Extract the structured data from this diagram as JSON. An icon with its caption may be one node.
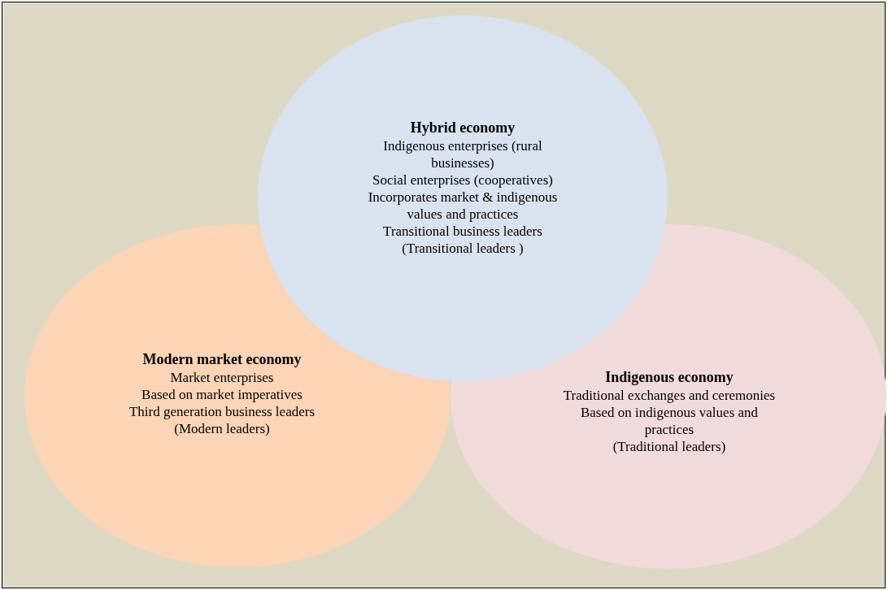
{
  "diagram": {
    "nodes": [
      {
        "text": [
          "Hybrid economy",
          "Indigenous enterprises (rural businesses)",
          "Social enterprises (cooperatives)",
          "Incorporates market & indigenous values and practices",
          "Transitional business leaders (Transitional leaders )"
        ]
      },
      {
        "text": [
          "Modern market economy",
          "Market enterprises",
          "Based on market imperatives",
          "Third generation business leaders (Modern leaders)"
        ]
      },
      {
        "text": [
          "Indigenous economy",
          "Traditional exchanges and ceremonies",
          "Based on indigenous values and practices",
          "(Traditional leaders)"
        ]
      }
    ]
  }
}
